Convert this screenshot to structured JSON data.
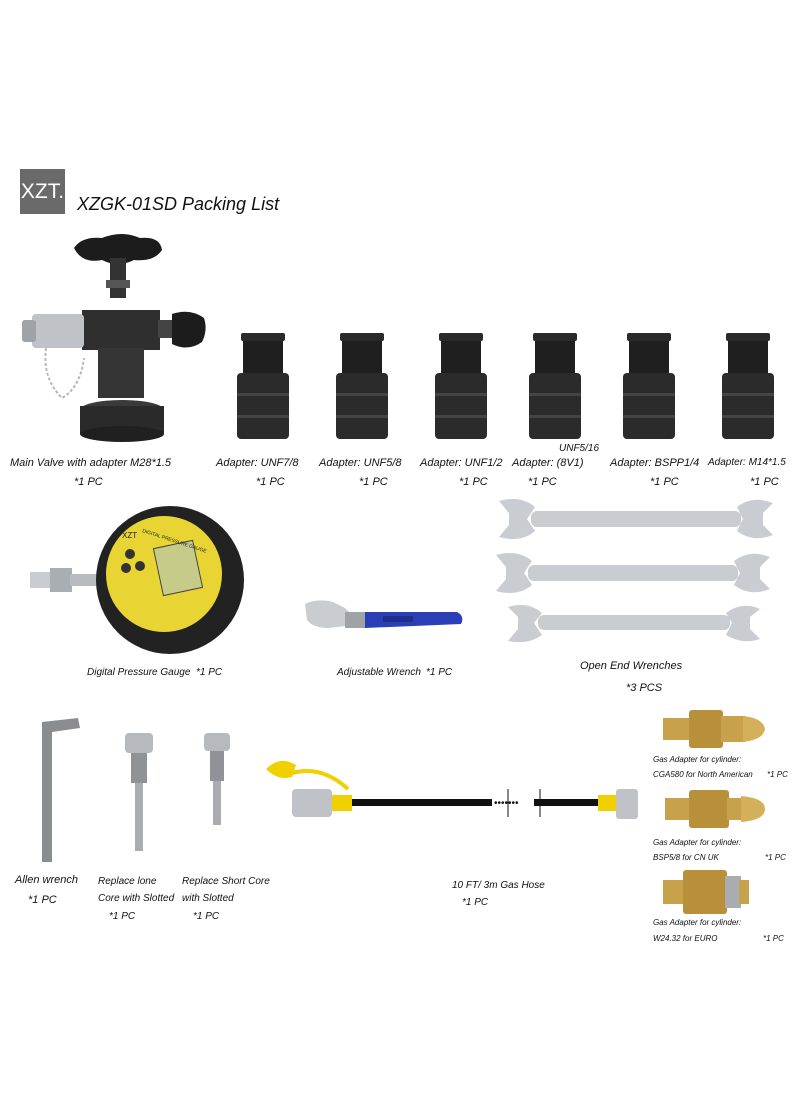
{
  "brand": {
    "logo_text": "XZT."
  },
  "title": "XZGK-01SD  Packing List",
  "items": {
    "main_valve": {
      "label": "Main Valve with adapter M28*1.5",
      "qty": "*1 PC"
    },
    "adapter_unf7_8": {
      "label": "Adapter:  UNF7/8",
      "qty": "*1 PC"
    },
    "adapter_unf5_8": {
      "label": "Adapter:  UNF5/8",
      "qty": "*1 PC"
    },
    "adapter_unf1_2": {
      "label": "Adapter:  UNF1/2",
      "qty": "*1 PC"
    },
    "adapter_unf5_16": {
      "label_top": "UNF5/16",
      "label": "Adapter:  (8V1)",
      "qty": "*1 PC"
    },
    "adapter_bspp1_4": {
      "label": "Adapter: BSPP1/4",
      "qty": "*1 PC"
    },
    "adapter_m14": {
      "label": "Adapter:  M14*1.5",
      "qty": "*1 PC"
    },
    "gauge": {
      "label": "Digital Pressure Gauge",
      "qty": "*1 PC",
      "face_text": "DIGITAL PRESSURE GAUGE",
      "brand": "XZT"
    },
    "adjustable_wrench": {
      "label": "Adjustable Wrench",
      "qty": "*1 PC"
    },
    "open_end_wrenches": {
      "label": "Open End Wrenches",
      "qty": "*3 PCS"
    },
    "allen_wrench": {
      "label": "Allen wrench",
      "qty": "*1 PC"
    },
    "long_core": {
      "label_line1": "Replace lone",
      "label_line2": "Core with Slotted",
      "qty": "*1 PC"
    },
    "short_core": {
      "label_line1": "Replace Short Core",
      "label_line2": "with Slotted",
      "qty": "*1 PC"
    },
    "gas_hose": {
      "label": "10 FT/ 3m Gas Hose",
      "qty": "*1 PC"
    },
    "gas_cga580": {
      "label_line1": "Gas Adapter for cylinder:",
      "label_line2": "CGA580  for North American",
      "qty": "*1 PC"
    },
    "gas_bsp5_8": {
      "label_line1": "Gas Adapter for cylinder:",
      "label_line2": "BSP5/8  for CN UK",
      "qty": "*1 PC"
    },
    "gas_w24_32": {
      "label_line1": "Gas Adapter for cylinder:",
      "label_line2": "W24.32  for EURO",
      "qty": "*1 PC"
    }
  },
  "colors": {
    "metal_dark": "#2a2a2a",
    "metal_mid": "#4a4a4a",
    "chrome": "#c9ccd0",
    "brass": "#c8a24a",
    "gauge_yellow": "#e8d533",
    "wrench_blue": "#2a3fb5",
    "hose_yellow": "#f0d000",
    "logo_bg": "#6a6a6a"
  }
}
